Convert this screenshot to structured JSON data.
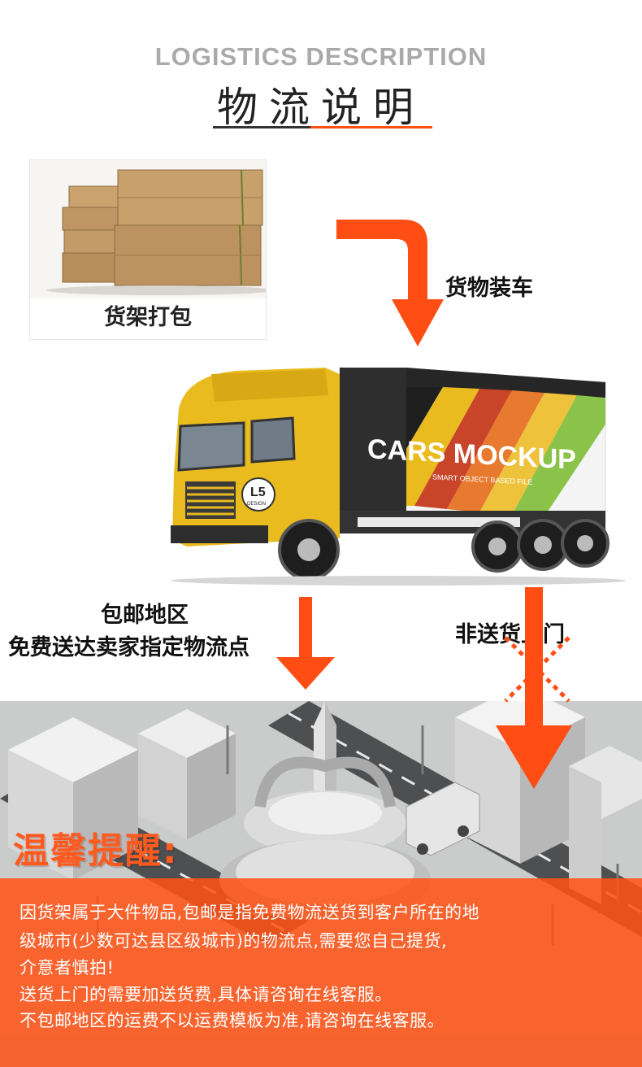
{
  "header": {
    "en_title": "LOGISTICS DESCRIPTION",
    "cn_title": "物流说明"
  },
  "steps": {
    "packing_label": "货架打包",
    "loading_label": "货物装车",
    "free_region_line1": "包邮地区",
    "free_region_line2": "免费送达卖家指定物流点",
    "no_door_delivery": "非送货上门"
  },
  "truck": {
    "brand_text": "CARS MOCKUP",
    "brand_sub": "SMART OBJECT BASED FILE",
    "badge_line1": "L5",
    "badge_line2": "DESIGN"
  },
  "notice": {
    "title": "温馨提醒:",
    "lines": [
      "因货架属于大件物品,包邮是指免费物流送货到客户所在的地",
      "级城市(少数可达县区级城市)的物流点,需要您自己提货,",
      "介意者慎拍!",
      "送货上门的需要加送货费,具体请咨询在线客服。",
      "不包邮地区的运费不以运费模板为准,请咨询在线客服。"
    ]
  },
  "colors": {
    "accent": "#ff4d14",
    "title_gray": "#aaaaaa",
    "truck_yellow": "#e9bb1f"
  }
}
